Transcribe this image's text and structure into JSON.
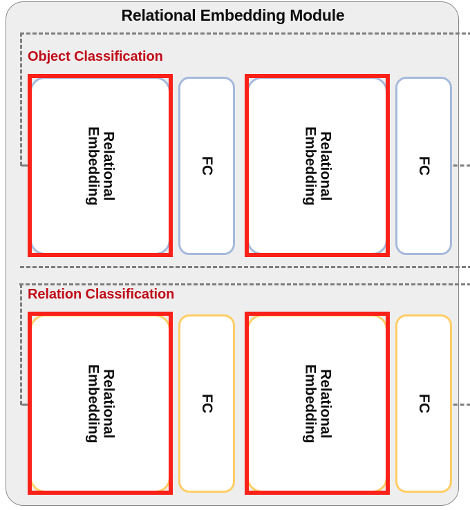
{
  "module": {
    "title": "Relational Embedding Module",
    "background_color": "#eeeeee",
    "border_color": "#8a8a8a"
  },
  "colors": {
    "highlight_red": "#fa2119",
    "heading_red": "#c00a17",
    "object_node_border": "#a5b9dd",
    "relation_node_border": "#ffcd63",
    "dashed_line": "#7d7d7d",
    "node_fill": "#ffffff",
    "text": "#0d0d0d"
  },
  "sections": [
    {
      "id": "object-classification",
      "heading": "Object Classification",
      "nodes": [
        {
          "id": "obj-re1",
          "kind": "relational-embedding",
          "line1": "Relational",
          "line2": "Embedding",
          "highlighted": true
        },
        {
          "id": "obj-fc1",
          "kind": "fc",
          "label": "FC",
          "highlighted": false
        },
        {
          "id": "obj-re2",
          "kind": "relational-embedding",
          "line1": "Relational",
          "line2": "Embedding",
          "highlighted": true
        },
        {
          "id": "obj-fc2",
          "kind": "fc",
          "label": "FC",
          "highlighted": false
        }
      ]
    },
    {
      "id": "relation-classification",
      "heading": "Relation Classification",
      "nodes": [
        {
          "id": "rel-re1",
          "kind": "relational-embedding",
          "line1": "Relational",
          "line2": "Embedding",
          "highlighted": true
        },
        {
          "id": "rel-fc1",
          "kind": "fc",
          "label": "FC",
          "highlighted": false
        },
        {
          "id": "rel-re2",
          "kind": "relational-embedding",
          "line1": "Relational",
          "line2": "Embedding",
          "highlighted": true
        },
        {
          "id": "rel-fc2",
          "kind": "fc",
          "label": "FC",
          "highlighted": false
        }
      ]
    }
  ]
}
